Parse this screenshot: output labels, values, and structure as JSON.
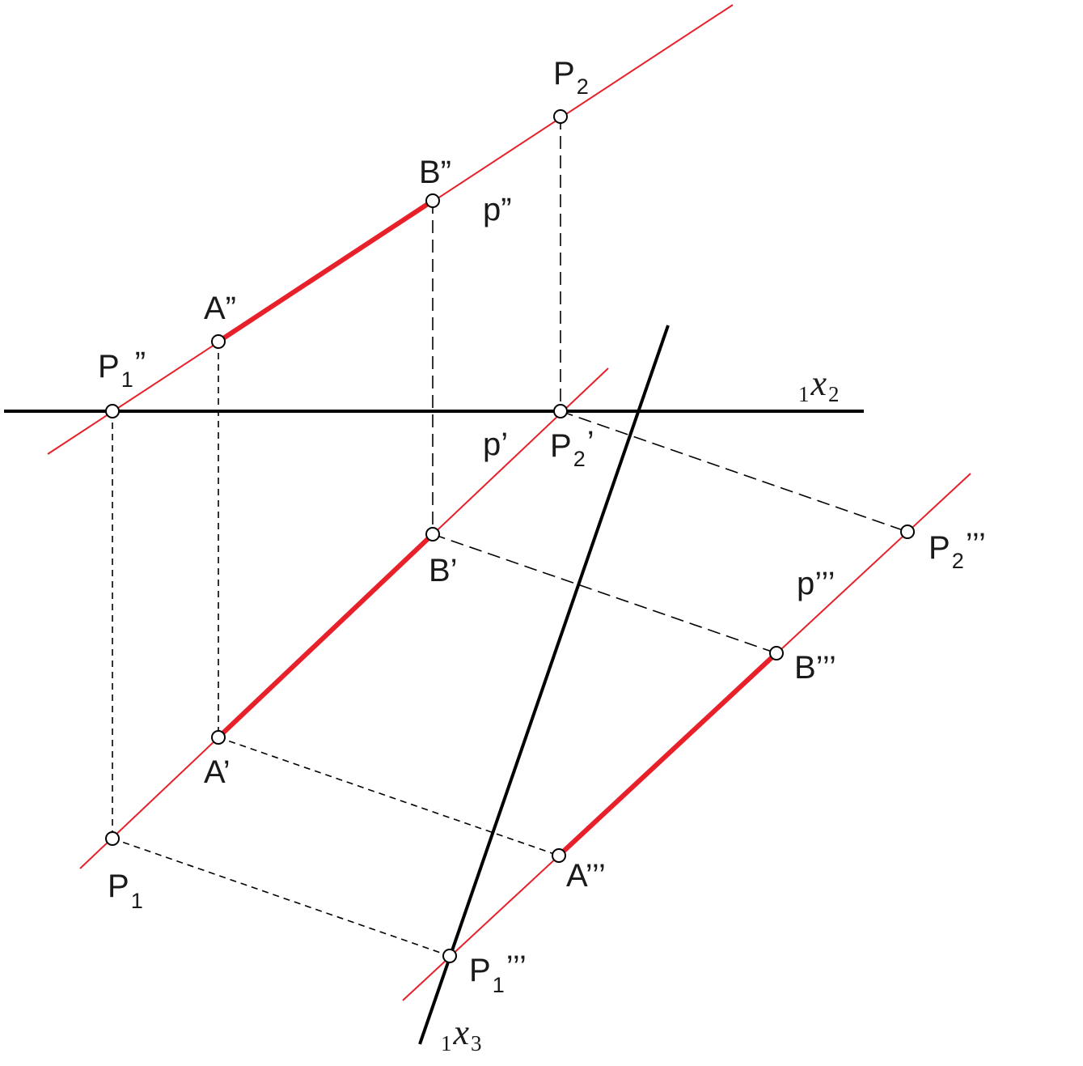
{
  "colors": {
    "line": "#e8202a",
    "axis": "#000000",
    "background": "#ffffff"
  },
  "labels": {
    "P2": {
      "main": "P",
      "sub": "2",
      "sup": ""
    },
    "B2": {
      "main": "B”"
    },
    "p2": {
      "main": "p”"
    },
    "A2": {
      "main": "A”"
    },
    "P1_2": {
      "main": "P",
      "sub": "1",
      "sup": "”"
    },
    "x12": {
      "pre": "1",
      "main": "x",
      "sub": "2"
    },
    "p1": {
      "main": "p’"
    },
    "P2_1": {
      "main": "P",
      "sub": "2",
      "sup": "’"
    },
    "B1": {
      "main": "B’"
    },
    "P2_3": {
      "main": "P",
      "sub": "2",
      "sup": "’’’"
    },
    "p3": {
      "main": "p’’’"
    },
    "B3": {
      "main": "B’’’"
    },
    "A1": {
      "main": "A’"
    },
    "A3": {
      "main": "A’’’"
    },
    "P1": {
      "main": "P",
      "sub": "1"
    },
    "P1_3": {
      "main": "P",
      "sub": "1",
      "sup": "’’’"
    },
    "x13": {
      "pre": "1",
      "main": "x",
      "sub": "3"
    }
  }
}
